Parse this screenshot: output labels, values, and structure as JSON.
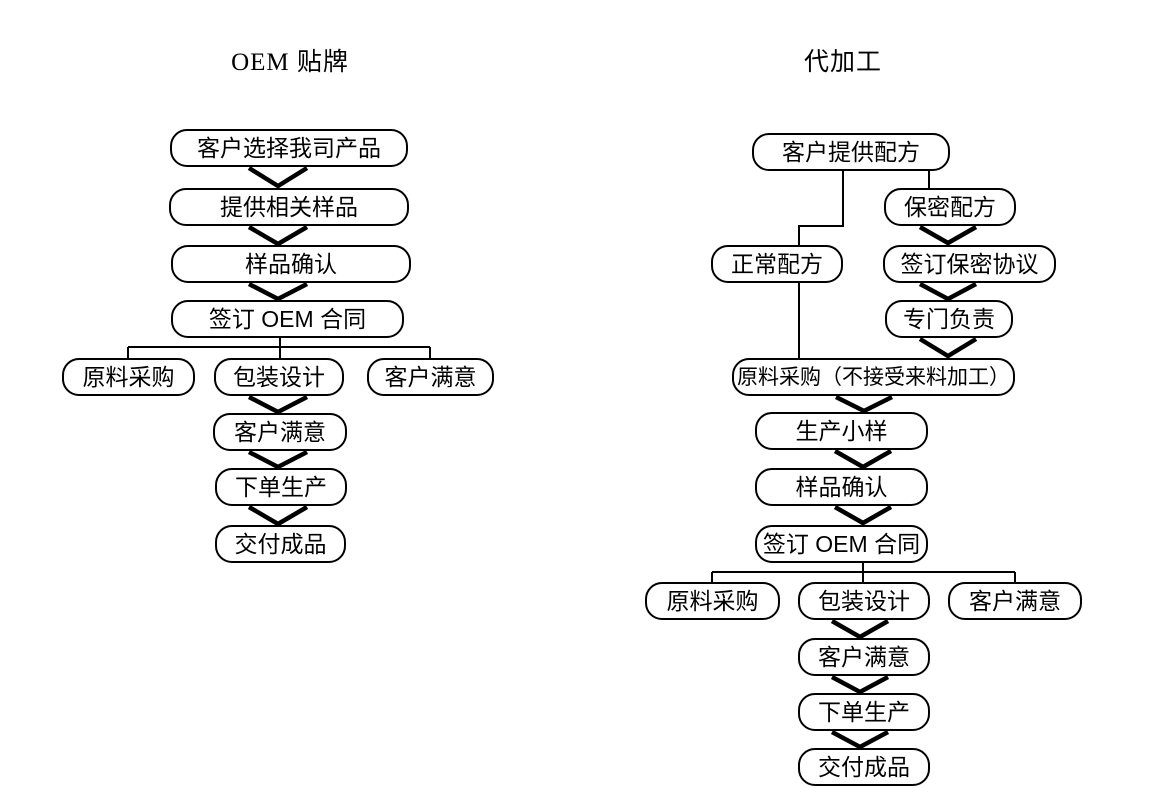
{
  "diagram": {
    "line_color": "#000000",
    "background": "#ffffff",
    "left": {
      "title": "OEM 贴牌",
      "nodes": {
        "select_product": "客户选择我司产品",
        "provide_samples": "提供相关样品",
        "sample_confirm": "样品确认",
        "sign_oem_contract": "签订 OEM 合同",
        "raw_material": "原料采购",
        "packaging_design": "包装设计",
        "customer_satisfied_side": "客户满意",
        "customer_satisfied": "客户满意",
        "order_production": "下单生产",
        "deliver_product": "交付成品"
      }
    },
    "right": {
      "title": "代加工",
      "nodes": {
        "provide_formula": "客户提供配方",
        "secret_formula": "保密配方",
        "sign_nda": "签订保密协议",
        "dedicated_responsible": "专门负责",
        "normal_formula": "正常配方",
        "raw_material_note": "原料采购（不接受来料加工）",
        "produce_sample": "生产小样",
        "sample_confirm": "样品确认",
        "sign_oem_contract": "签订 OEM 合同",
        "raw_material": "原料采购",
        "packaging_design": "包装设计",
        "customer_satisfied_side": "客户满意",
        "customer_satisfied": "客户满意",
        "order_production": "下单生产",
        "deliver_product": "交付成品"
      }
    }
  }
}
